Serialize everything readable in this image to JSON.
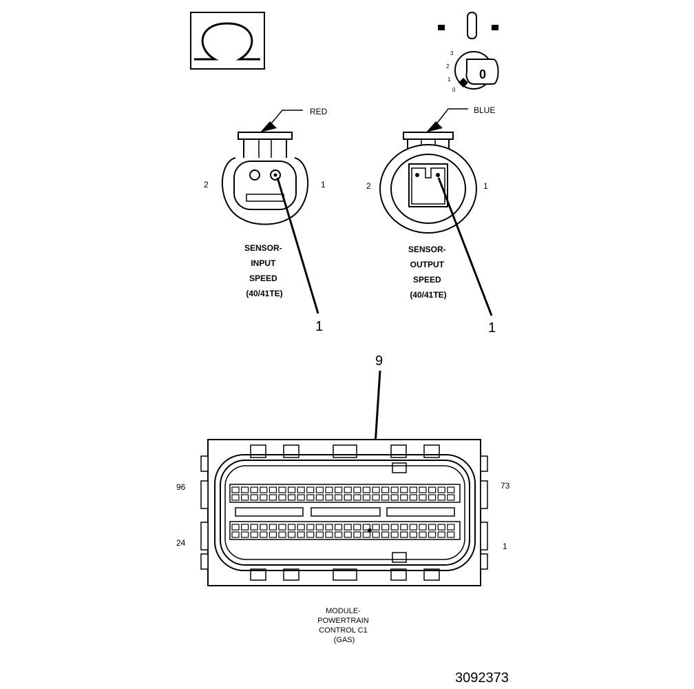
{
  "symbols": {
    "ohm_icon": "ohm-meter-icon",
    "key_icon": "ignition-key-icon",
    "key_positions": [
      "3",
      "2",
      "1",
      "0"
    ],
    "key_letter": "0"
  },
  "connectors": {
    "input_sensor": {
      "color": "RED",
      "pin_left": "2",
      "pin_right": "1",
      "label_lines": [
        "SENSOR-",
        "INPUT",
        "SPEED",
        "(40/41TE)"
      ],
      "callout": "1"
    },
    "output_sensor": {
      "color": "BLUE",
      "pin_left": "2",
      "pin_right": "1",
      "label_lines": [
        "SENSOR-",
        "OUTPUT",
        "SPEED",
        "(40/41TE)"
      ],
      "callout": "1"
    },
    "pcm": {
      "callout": "9",
      "pin_top_left": "96",
      "pin_top_right": "73",
      "pin_bottom_left": "24",
      "pin_bottom_right": "1",
      "label_lines": [
        "MODULE-",
        "POWERTRAIN",
        "CONTROL C1",
        "(GAS)"
      ]
    }
  },
  "figure_number": "3092373"
}
